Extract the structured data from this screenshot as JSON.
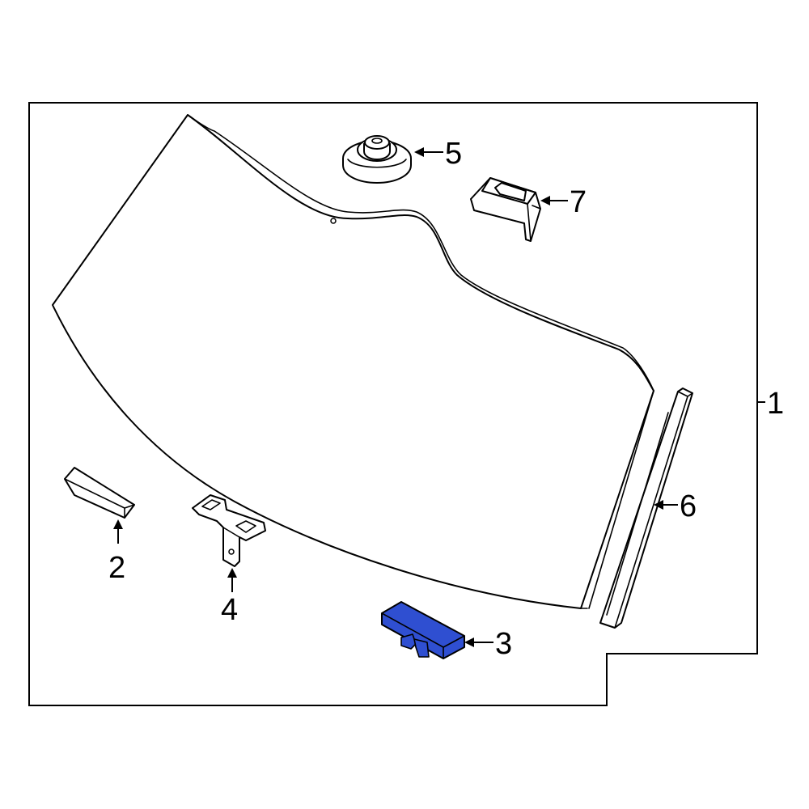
{
  "callouts": {
    "c1": "1",
    "c2": "2",
    "c3": "3",
    "c4": "4",
    "c5": "5",
    "c6": "6",
    "c7": "7"
  },
  "colors": {
    "highlight": "#2f4fd1",
    "line": "#000000",
    "background": "#ffffff"
  }
}
